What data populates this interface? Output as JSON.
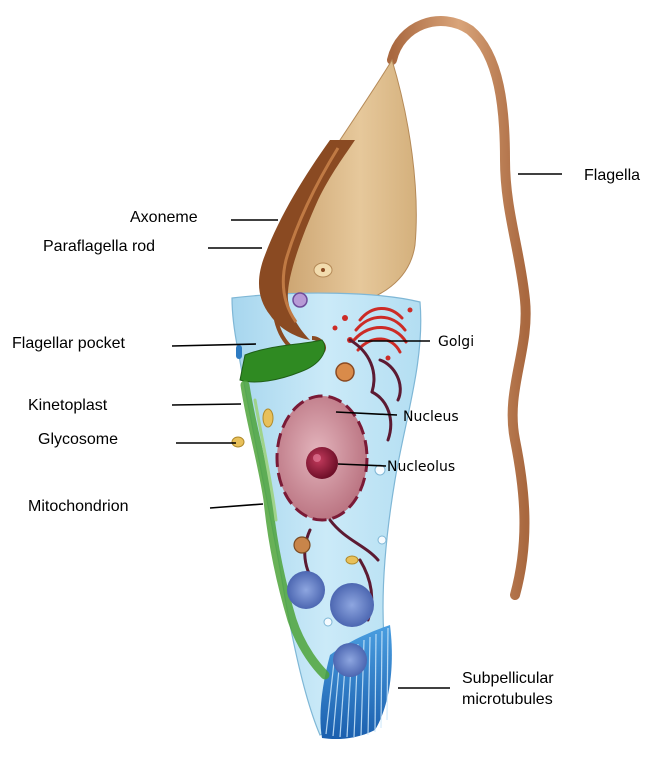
{
  "labels": {
    "flagella": "Flagella",
    "axoneme": "Axoneme",
    "paraflagella_rod": "Paraflagella rod",
    "flagellar_pocket": "Flagellar pocket",
    "golgi": "Golgi",
    "kinetoplast": "Kinetoplast",
    "nucleus": "Nucleus",
    "glycosome": "Glycosome",
    "nucleolus": "Nucleolus",
    "mitochondrion": "Mitochondrion",
    "subpellicular_line1": "Subpellicular",
    "subpellicular_line2": "microtubules"
  },
  "colors": {
    "cell_body": "#bfe3f3",
    "flagellum": "#c98b5d",
    "flagellar_sheath": "#dcb989",
    "axoneme_rod": "#8a4a22",
    "mitochondrion": "#2f8a22",
    "nucleus": "#c98a94",
    "nucleolus": "#8c1734",
    "microtubules": "#1f74c7",
    "golgi": "#cc2b26",
    "glycosome": "#e8c05a"
  }
}
